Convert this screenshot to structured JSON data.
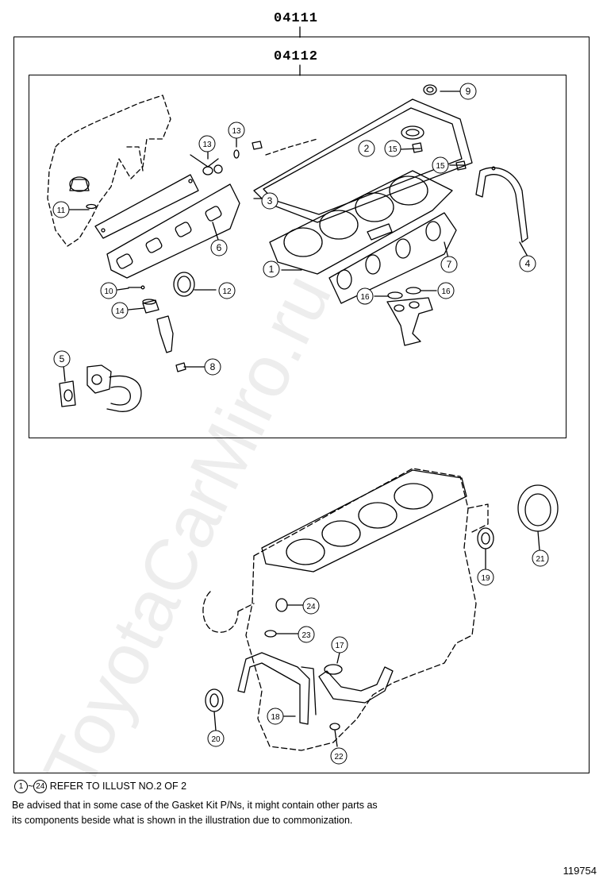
{
  "header": {
    "outer_kit_code": "04111",
    "inner_kit_code": "04112"
  },
  "callouts": [
    {
      "num": "1"
    },
    {
      "num": "2"
    },
    {
      "num": "3"
    },
    {
      "num": "4"
    },
    {
      "num": "5"
    },
    {
      "num": "6"
    },
    {
      "num": "7"
    },
    {
      "num": "8"
    },
    {
      "num": "9"
    },
    {
      "num": "10"
    },
    {
      "num": "11"
    },
    {
      "num": "12"
    },
    {
      "num": "13"
    },
    {
      "num": "13"
    },
    {
      "num": "14"
    },
    {
      "num": "15"
    },
    {
      "num": "15"
    },
    {
      "num": "16"
    },
    {
      "num": "16"
    },
    {
      "num": "17"
    },
    {
      "num": "18"
    },
    {
      "num": "19"
    },
    {
      "num": "20"
    },
    {
      "num": "21"
    },
    {
      "num": "22"
    },
    {
      "num": "23"
    },
    {
      "num": "24"
    }
  ],
  "notes": {
    "range_start": "1",
    "range_sep": "~",
    "range_end": "24",
    "refer_text": "REFER TO ILLUST NO.2 OF 2",
    "advice_line1": "Be advised that in some case of the Gasket Kit P/Ns,  it might contain other parts as",
    "advice_line2": "its components beside what is shown in the illustration due to commonization."
  },
  "watermark": "ToyotaCarMiro.ru",
  "figure_number": "119754"
}
